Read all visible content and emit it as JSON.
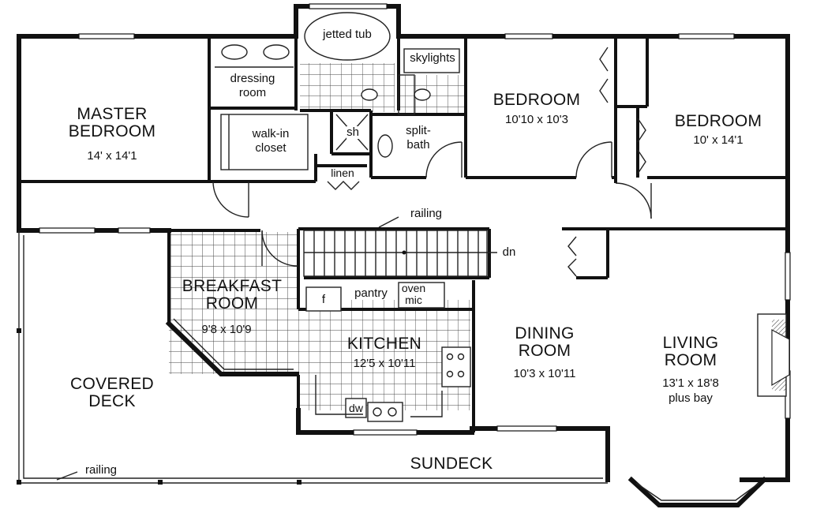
{
  "rooms": {
    "master": {
      "name1": "MASTER",
      "name2": "BEDROOM",
      "dims": "14' x 14'1"
    },
    "bedroom1": {
      "name": "BEDROOM",
      "dims": "10'10 x 10'3"
    },
    "bedroom2": {
      "name": "BEDROOM",
      "dims": "10' x 14'1"
    },
    "breakfast": {
      "name1": "BREAKFAST",
      "name2": "ROOM",
      "dims": "9'8 x 10'9"
    },
    "kitchen": {
      "name": "KITCHEN",
      "dims": "12'5 x 10'11"
    },
    "dining": {
      "name1": "DINING",
      "name2": "ROOM",
      "dims": "10'3 x 10'11"
    },
    "living": {
      "name1": "LIVING",
      "name2": "ROOM",
      "dims": "13'1 x 18'8",
      "note": "plus bay"
    },
    "covered_deck": {
      "name1": "COVERED",
      "name2": "DECK"
    },
    "sundeck": {
      "name": "SUNDECK"
    }
  },
  "fixtures": {
    "jetted_tub": "jetted tub",
    "skylights": "skylights",
    "dressing_room_1": "dressing",
    "dressing_room_2": "room",
    "walk_in_1": "walk-in",
    "walk_in_2": "closet",
    "shower": "sh",
    "split_bath_1": "split-",
    "split_bath_2": "bath",
    "linen": "linen",
    "pantry": "pantry",
    "oven_1": "oven",
    "oven_2": "mic",
    "fridge": "f",
    "dishwasher": "dw"
  },
  "annotations": {
    "railing_top": "railing",
    "railing_bottom": "railing",
    "stairs_down": "dn"
  }
}
